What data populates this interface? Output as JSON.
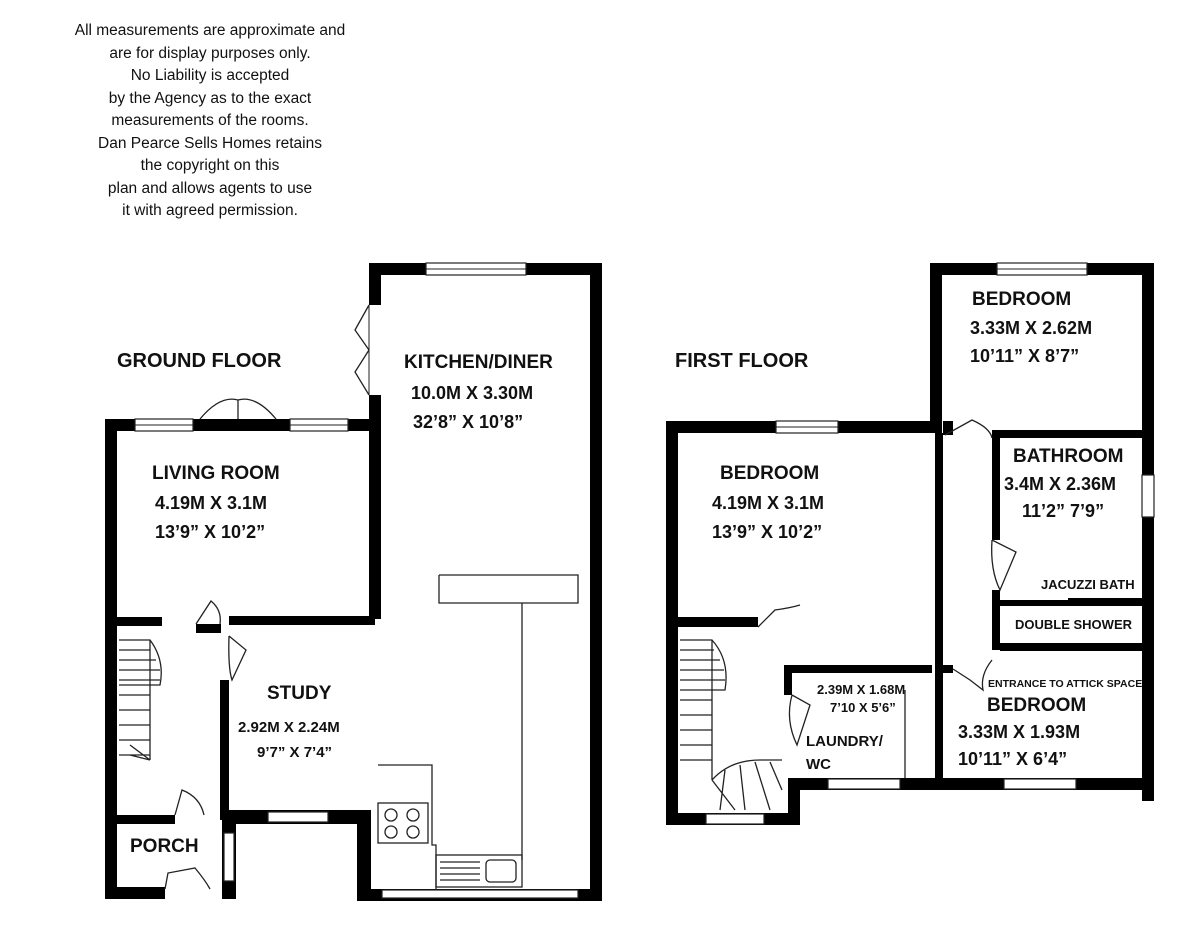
{
  "disclaimer": [
    "All measurements are approximate and",
    "are for display purposes only.",
    "No Liability is accepted",
    "by the Agency as to the exact",
    "measurements of the rooms.",
    "Dan Pearce Sells Homes retains",
    "the copyright on this",
    "plan and allows agents to use",
    "it with agreed permission."
  ],
  "ground_floor": {
    "title": "GROUND FLOOR",
    "kitchen": {
      "name": "KITCHEN/DINER",
      "metric": "10.0M X 3.30M",
      "imperial": "32’8” X 10’8”"
    },
    "living_room": {
      "name": "LIVING ROOM",
      "metric": "4.19M X 3.1M",
      "imperial": "13’9” X 10’2”"
    },
    "study": {
      "name": "STUDY",
      "metric": "2.92M X 2.24M",
      "imperial": "9’7” X 7’4”"
    },
    "porch": {
      "name": "PORCH"
    }
  },
  "first_floor": {
    "title": "FIRST FLOOR",
    "bedroom_front": {
      "name": "BEDROOM",
      "metric": "4.19M X 3.1M",
      "imperial": "13’9” X 10’2”"
    },
    "bedroom_rear": {
      "name": "BEDROOM",
      "metric": "3.33M X 2.62M",
      "imperial": "10’11” X 8’7”"
    },
    "bathroom": {
      "name": "BATHROOM",
      "metric": "3.4M X 2.36M",
      "imperial": "11’2” 7’9”",
      "bath_label": "JACUZZI BATH",
      "shower_label": "DOUBLE SHOWER"
    },
    "laundry": {
      "metric": "2.39M X 1.68M",
      "imperial": "7’10 X 5’6”",
      "name_line1": "LAUNDRY/",
      "name_line2": "WC"
    },
    "bedroom_small": {
      "name": "BEDROOM",
      "metric": "3.33M X 1.93M",
      "imperial": "10’11” X 6’4”",
      "note": "ENTRANCE TO ATTICK SPACE"
    }
  }
}
